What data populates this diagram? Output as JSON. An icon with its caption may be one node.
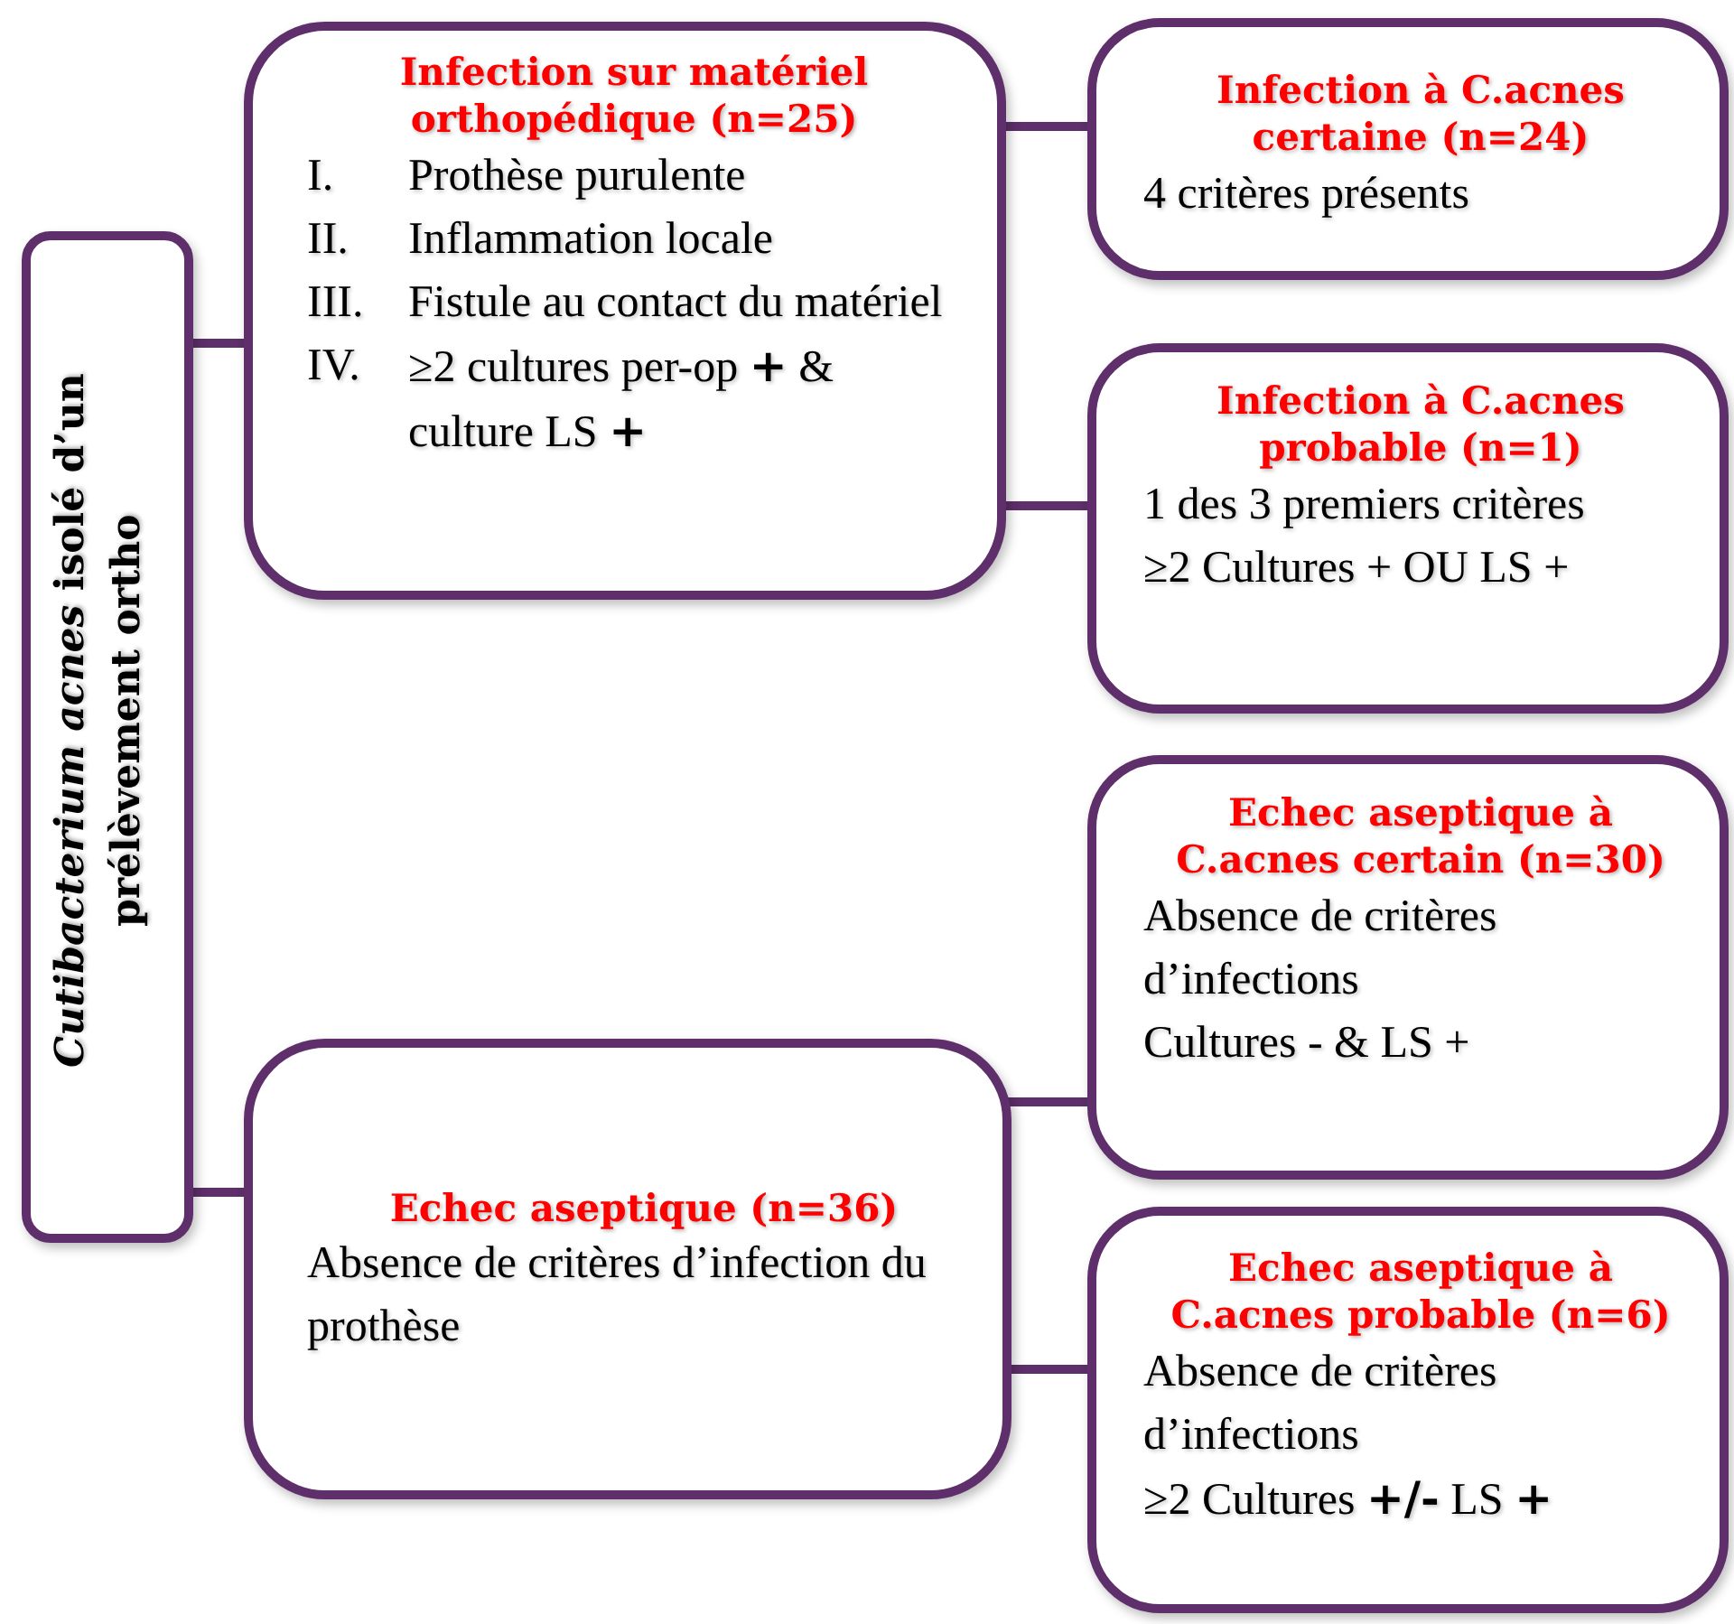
{
  "diagram": {
    "nodes": [
      {
        "text": [
          "*Cutibacterium acnes* isolé d’un prélèvement ortho"
        ]
      },
      {
        "text": [
          "Infection sur matériel orthopédique (n=25)",
          "I.",
          "Prothèse purulente",
          "II.",
          "Inflammation locale",
          "III.",
          "Fistule au contact du matériel",
          "IV.",
          "≥2 cultures per-op **+** & culture LS **+**"
        ]
      },
      {
        "text": [
          "Infection à C.acnes certaine (n=24)",
          "4 critères présents"
        ]
      },
      {
        "text": [
          "Infection à C.acnes probable (n=1)",
          "1 des 3 premiers critères",
          "≥2 Cultures + OU LS +"
        ]
      },
      {
        "text": [
          "Echec aseptique à C.acnes certain (n=30)",
          "Absence de critères d’infections",
          "Cultures - & LS +"
        ]
      },
      {
        "text": [
          "Echec aseptique (n=36)",
          "Absence de critères d’infection du prothèse"
        ]
      },
      {
        "text": [
          "Echec aseptique à C.acnes probable (n=6)",
          "Absence de critères d’infections",
          "≥2 Cultures **+/-** LS **+**"
        ]
      }
    ],
    "edges": [
      {
        "from": 0,
        "to": 1,
        "arrow": "none"
      },
      {
        "from": 0,
        "to": 5,
        "arrow": "none"
      },
      {
        "from": 1,
        "to": 2,
        "arrow": "none"
      },
      {
        "from": 1,
        "to": 3,
        "arrow": "none"
      },
      {
        "from": 5,
        "to": 4,
        "arrow": "none"
      },
      {
        "from": 5,
        "to": 6,
        "arrow": "none"
      }
    ]
  }
}
